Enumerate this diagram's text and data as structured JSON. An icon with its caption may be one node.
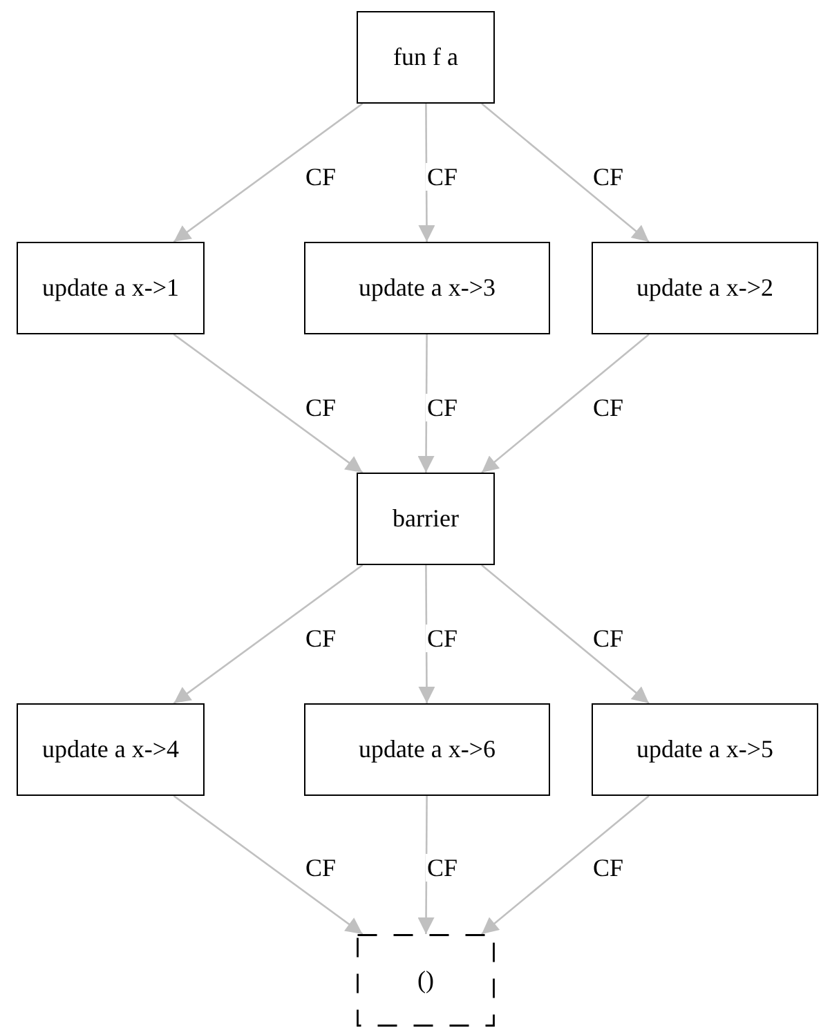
{
  "diagram": {
    "nodes": [
      {
        "text": [
          "fun f a"
        ]
      },
      {
        "text": [
          "update a x->1"
        ]
      },
      {
        "text": [
          "update a x->3"
        ]
      },
      {
        "text": [
          "update a x->2"
        ]
      },
      {
        "text": [
          "barrier"
        ]
      },
      {
        "text": [
          "update a x->4"
        ]
      },
      {
        "text": [
          "update a x->6"
        ]
      },
      {
        "text": [
          "update a x->5"
        ]
      },
      {
        "text": [
          "()"
        ]
      }
    ],
    "edges": [
      {
        "from": 0,
        "to": 1,
        "arrow": "to",
        "label": "CF"
      },
      {
        "from": 0,
        "to": 2,
        "arrow": "to",
        "label": "CF"
      },
      {
        "from": 0,
        "to": 3,
        "arrow": "to",
        "label": "CF"
      },
      {
        "from": 1,
        "to": 4,
        "arrow": "to",
        "label": "CF"
      },
      {
        "from": 2,
        "to": 4,
        "arrow": "to",
        "label": "CF"
      },
      {
        "from": 3,
        "to": 4,
        "arrow": "to",
        "label": "CF"
      },
      {
        "from": 4,
        "to": 5,
        "arrow": "to",
        "label": "CF"
      },
      {
        "from": 4,
        "to": 6,
        "arrow": "to",
        "label": "CF"
      },
      {
        "from": 4,
        "to": 7,
        "arrow": "to",
        "label": "CF"
      },
      {
        "from": 5,
        "to": 8,
        "arrow": "to",
        "label": "CF"
      },
      {
        "from": 6,
        "to": 8,
        "arrow": "to",
        "label": "CF"
      },
      {
        "from": 7,
        "to": 8,
        "arrow": "to",
        "label": "CF"
      }
    ]
  }
}
